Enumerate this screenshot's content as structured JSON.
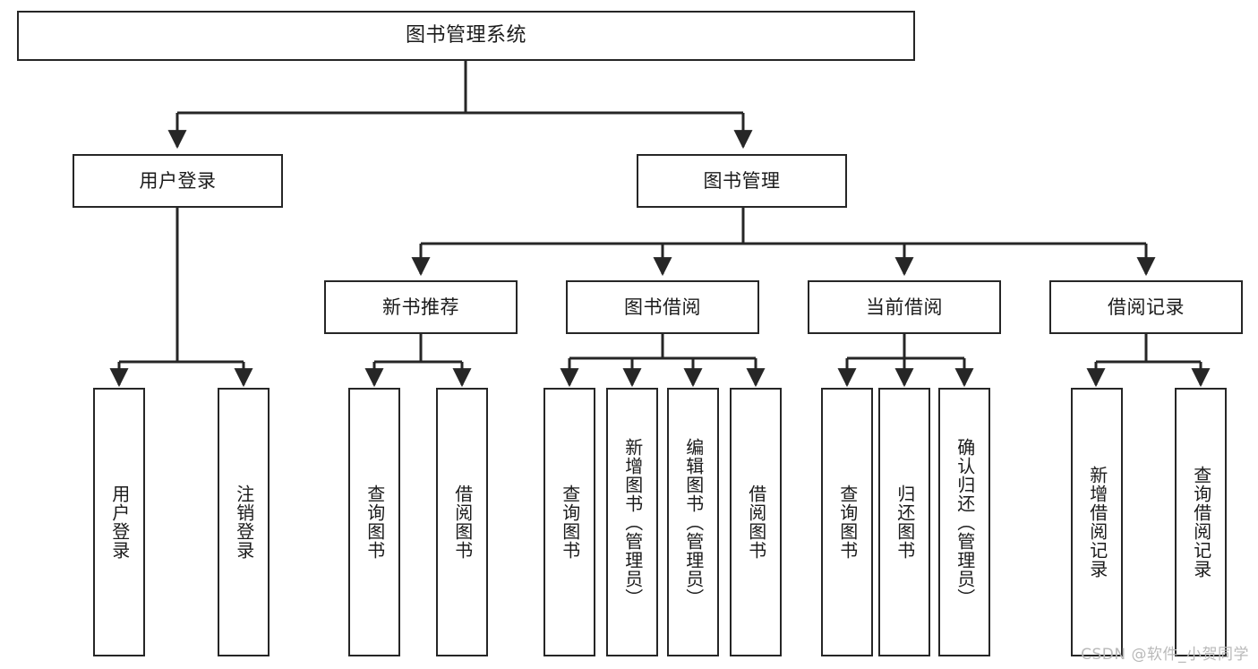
{
  "diagram": {
    "type": "tree-hierarchy",
    "title": "图书管理系统",
    "watermark": "CSDN @软件_小贺同学",
    "colors": {
      "box_border": "#262626",
      "box_fill": "#ffffff",
      "line": "#262626",
      "text": "#1b1b1b",
      "watermark": "#b9b9b9"
    },
    "nodes": {
      "root": {
        "label": "图书管理系统"
      },
      "level2": [
        {
          "label": "用户登录"
        },
        {
          "label": "图书管理"
        }
      ],
      "level3": [
        {
          "label": "新书推荐"
        },
        {
          "label": "图书借阅"
        },
        {
          "label": "当前借阅"
        },
        {
          "label": "借阅记录"
        }
      ],
      "leaves_user_login": [
        {
          "label": "用户登录"
        },
        {
          "label": "注销登录"
        }
      ],
      "leaves_new_book": [
        {
          "label": "查询图书"
        },
        {
          "label": "借阅图书"
        }
      ],
      "leaves_borrow": [
        {
          "label": "查询图书"
        },
        {
          "label": "新增图书（管理员）"
        },
        {
          "label": "编辑图书（管理员）"
        },
        {
          "label": "借阅图书"
        }
      ],
      "leaves_current": [
        {
          "label": "查询图书"
        },
        {
          "label": "归还图书"
        },
        {
          "label": "确认归还（管理员）"
        }
      ],
      "leaves_records": [
        {
          "label": "新增借阅记录"
        },
        {
          "label": "查询借阅记录"
        }
      ]
    }
  }
}
